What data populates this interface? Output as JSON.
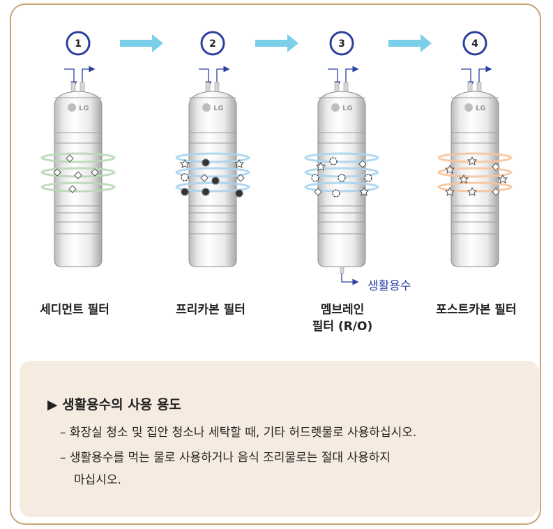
{
  "stages": [
    {
      "number": "1",
      "label_lines": [
        "세디먼트 필터"
      ]
    },
    {
      "number": "2",
      "label_lines": [
        "프리카본 필터"
      ]
    },
    {
      "number": "3",
      "label_lines": [
        "멤브레인",
        "필터 (R/O)"
      ]
    },
    {
      "number": "4",
      "label_lines": [
        "포스트카본 필터"
      ]
    }
  ],
  "brand_text": "LG",
  "outlet_label": "생활용수",
  "notes": {
    "title": "▶ 생활용수의 사용 용도",
    "items": [
      "– 화장실 청소 및 집안 청소나 세탁할 때, 기타 허드렛물로 사용하십시오.",
      "– 생활용수를 먹는 물로 사용하거나 음식 조리물로는 절대 사용하지",
      "마십시오."
    ]
  },
  "colors": {
    "frame": "#c8a473",
    "note_bg": "#f6ebe0",
    "circle": "#2b3f9e",
    "arrow": "#7ccfe9",
    "pipe": "#2b3f9e",
    "ring1": "#b8d8b6",
    "ring2": "#a9d3ef",
    "ring3": "#a9d3ef",
    "ring4": "#f6c39b"
  }
}
